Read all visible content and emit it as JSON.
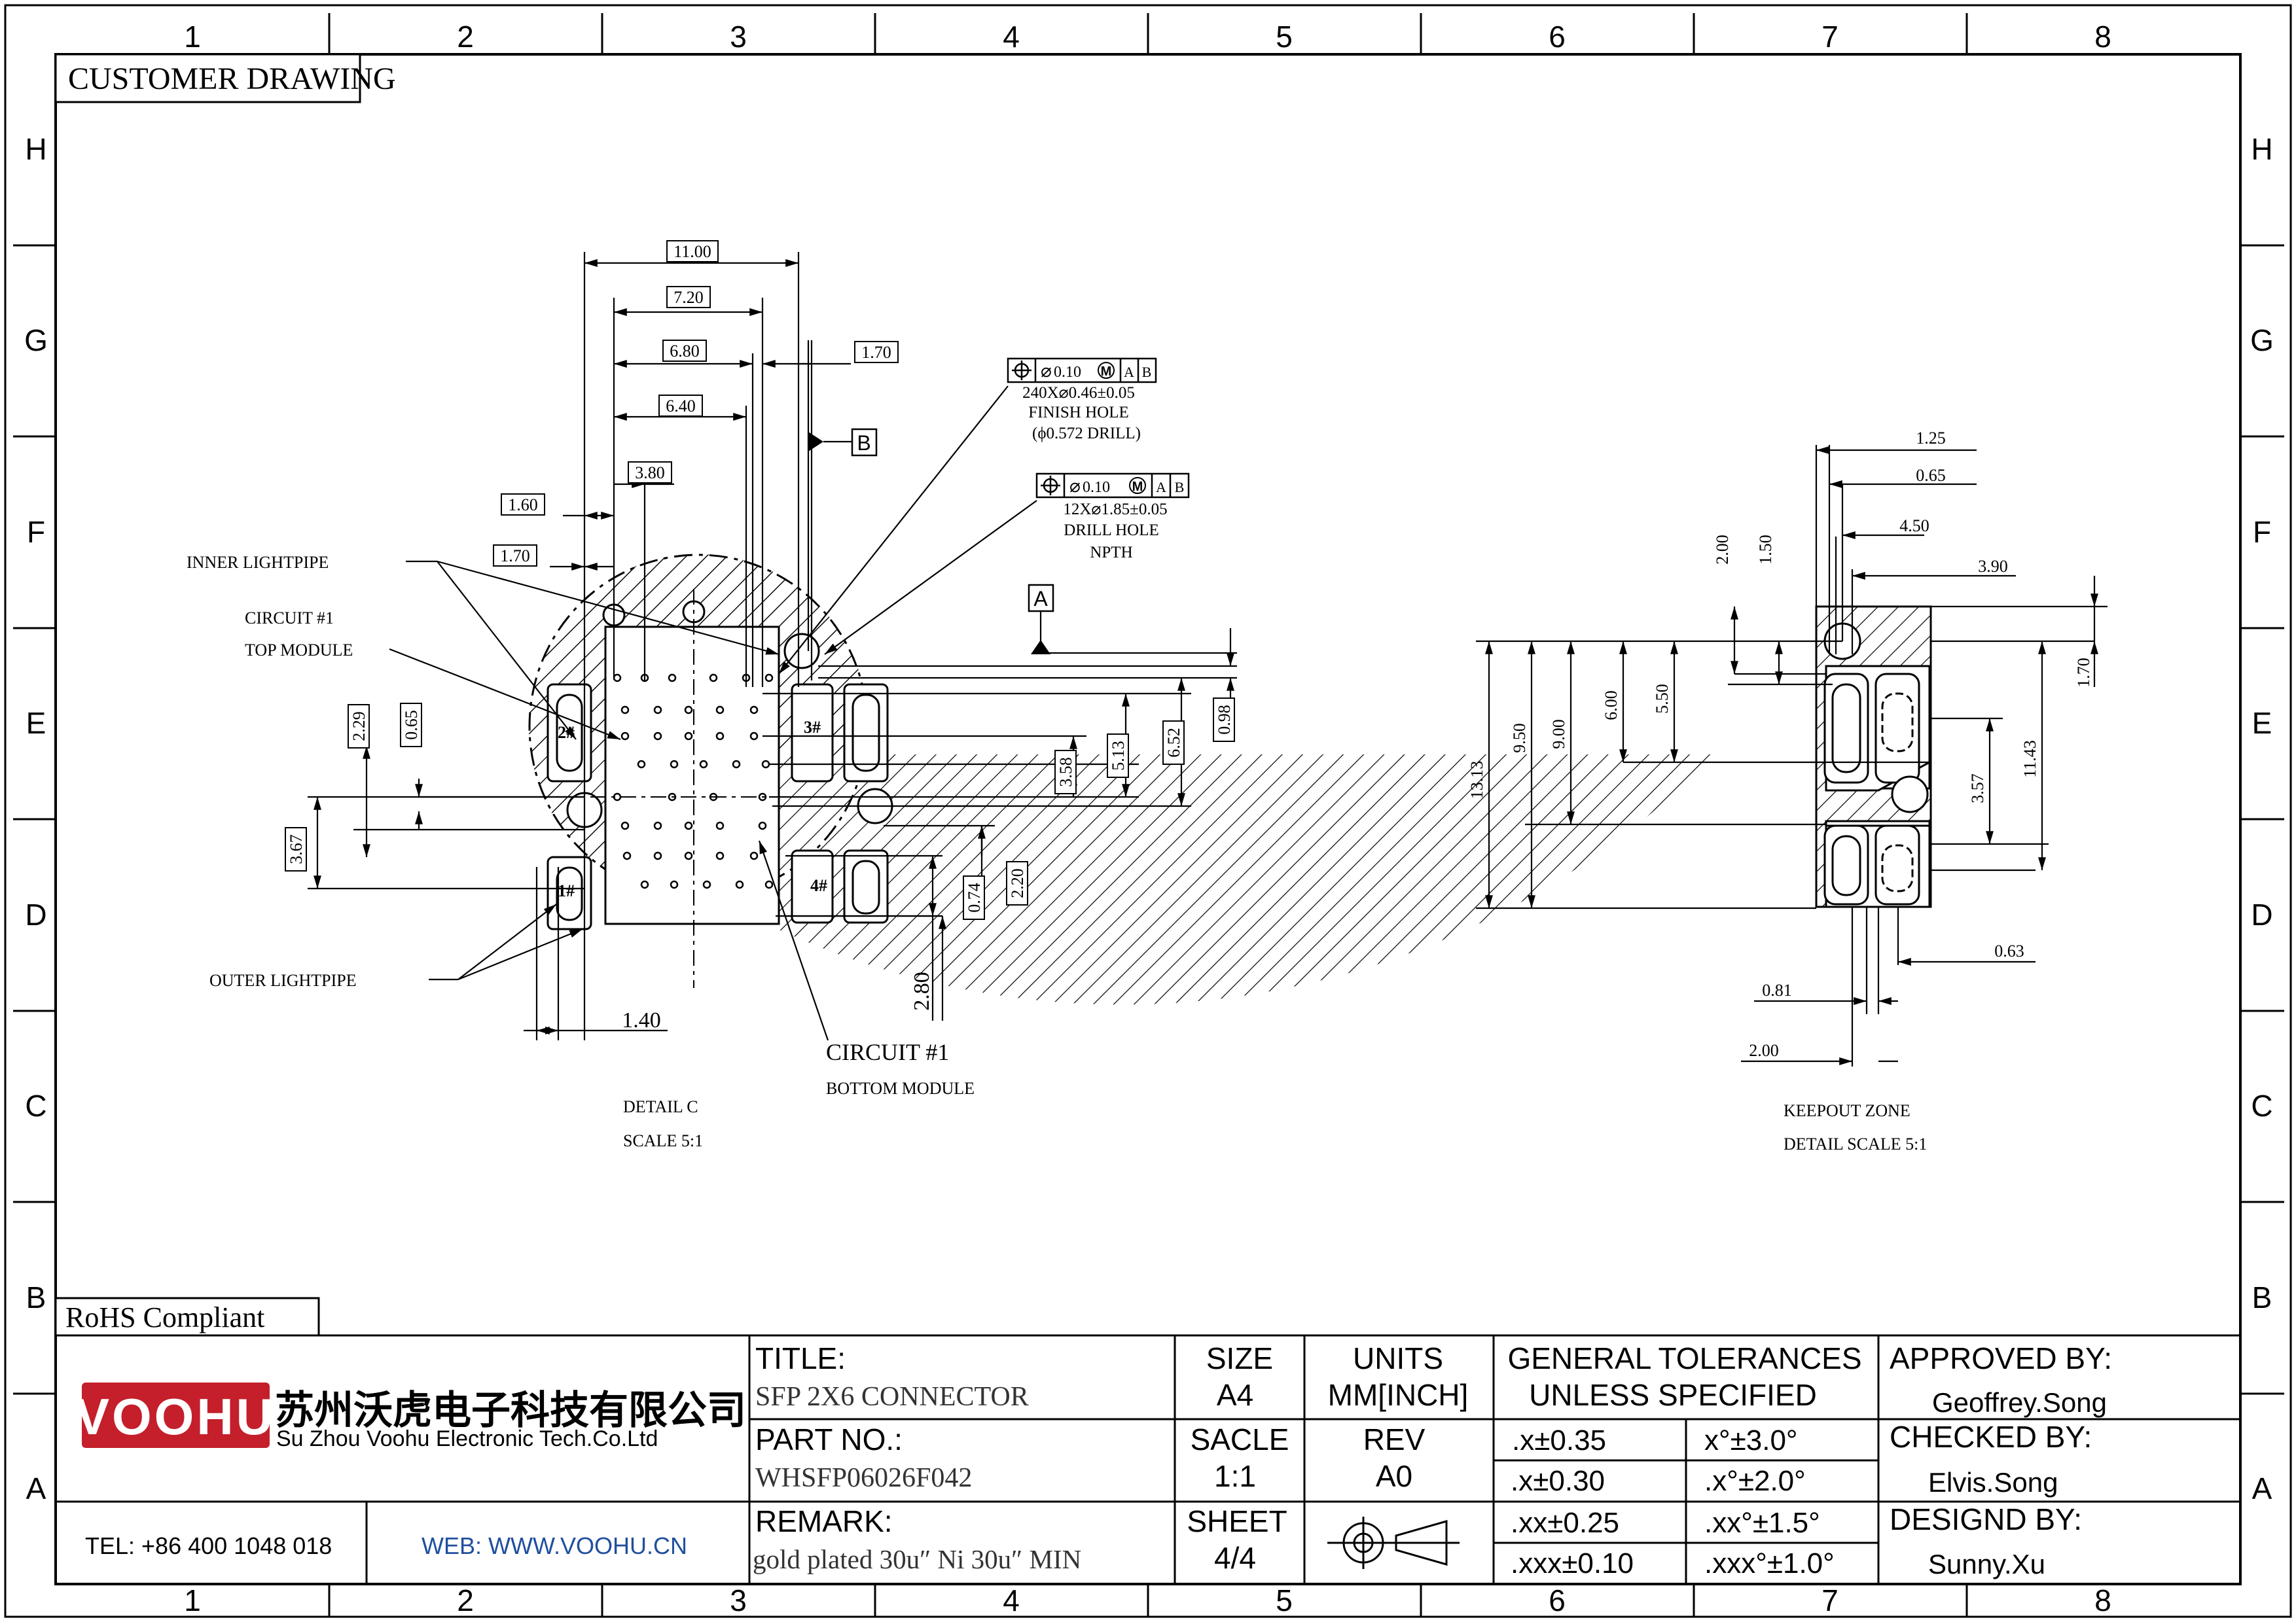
{
  "sheet": {
    "header_label": "CUSTOMER DRAWING",
    "rohs_label": "RoHS Compliant",
    "columns": [
      "1",
      "2",
      "3",
      "4",
      "5",
      "6",
      "7",
      "8"
    ],
    "rows": [
      "H",
      "G",
      "F",
      "E",
      "D",
      "C",
      "B",
      "A"
    ]
  },
  "detail_c": {
    "dims": {
      "d11_00": "11.00",
      "d7_20": "7.20",
      "d6_80": "6.80",
      "d1_70_top": "1.70",
      "d6_40": "6.40",
      "d3_80": "3.80",
      "d1_60": "1.60",
      "d1_70_left": "1.70",
      "d2_29": "2.29",
      "d0_65": "0.65",
      "d3_67": "3.67",
      "d3_58": "3.58",
      "d5_13": "5.13",
      "d6_52": "6.52",
      "d0_98": "0.98",
      "d0_74": "0.74",
      "d2_20": "2.20",
      "d2_80": "2.80",
      "d1_40": "1.40"
    },
    "datum_a": "A",
    "datum_b": "B",
    "fcf1": {
      "tol": "0.10",
      "mod": "M",
      "ref1": "A",
      "ref2": "B"
    },
    "note1": [
      "240X⌀0.46±0.05",
      "FINISH HOLE",
      "(ϕ0.572 DRILL)"
    ],
    "fcf2": {
      "tol": "0.10",
      "mod": "M",
      "ref1": "A",
      "ref2": "B"
    },
    "note2": [
      "12X⌀1.85±0.05",
      "DRILL HOLE",
      "NPTH"
    ],
    "inner_lightpipe": "INNER LIGHTPIPE",
    "circuit_top": [
      "CIRCUIT #1",
      "TOP MODULE"
    ],
    "outer_lightpipe": "OUTER LIGHTPIPE",
    "circuit_bottom": [
      "CIRCUIT #1",
      "BOTTOM MODULE"
    ],
    "pins": [
      "2#",
      "3#",
      "1#",
      "4#"
    ],
    "caption": [
      "DETAIL C",
      "SCALE 5:1"
    ]
  },
  "keepout": {
    "dims": {
      "d1_25": "1.25",
      "d0_65": "0.65",
      "d4_50": "4.50",
      "d3_90": "3.90",
      "d2_00_v": "2.00",
      "d1_50": "1.50",
      "d1_70": "1.70",
      "d6_00": "6.00",
      "d5_50": "5.50",
      "d9_50": "9.50",
      "d9_00": "9.00",
      "d13_13": "13.13",
      "d3_57": "3.57",
      "d11_43": "11.43",
      "d0_63": "0.63",
      "d0_81": "0.81",
      "d2_00_h": "2.00"
    },
    "caption": [
      "KEEPOUT ZONE",
      "DETAIL SCALE 5:1"
    ]
  },
  "title_block": {
    "company_logo": "VOOHU",
    "company_cn": "苏州沃虎电子科技有限公司",
    "company_en": "Su Zhou Voohu Electronic Tech.Co.Ltd",
    "tel": "TEL: +86 400 1048 018",
    "web": "WEB: WWW.VOOHU.CN",
    "title_label": "TITLE:",
    "title_value": "SFP 2X6 CONNECTOR",
    "part_label": "PART NO.:",
    "part_value": "WHSFP06026F042",
    "remark_label": "REMARK:",
    "remark_value": "gold plated 30u″ Ni 30u″ MIN",
    "size_label": "SIZE",
    "size_value": "A4",
    "units_label": "UNITS",
    "units_value": "MM[INCH]",
    "scale_label": "SACLE",
    "scale_value": "1:1",
    "rev_label": "REV",
    "rev_value": "A0",
    "sheet_label": "SHEET",
    "sheet_value": "4/4",
    "tol_header": [
      "GENERAL TOLERANCES",
      "UNLESS SPECIFIED"
    ],
    "tolerances": [
      [
        ".x±0.35",
        "x°±3.0°"
      ],
      [
        ".x±0.30",
        ".x°±2.0°"
      ],
      [
        ".xx±0.25",
        ".xx°±1.5°"
      ],
      [
        ".xxx±0.10",
        ".xxx°±1.0°"
      ]
    ],
    "approved_label": "APPROVED BY:",
    "approved_value": "Geoffrey.Song",
    "checked_label": "CHECKED BY:",
    "checked_value": "Elvis.Song",
    "designed_label": "DESIGND BY:",
    "designed_value": "Sunny.Xu"
  }
}
